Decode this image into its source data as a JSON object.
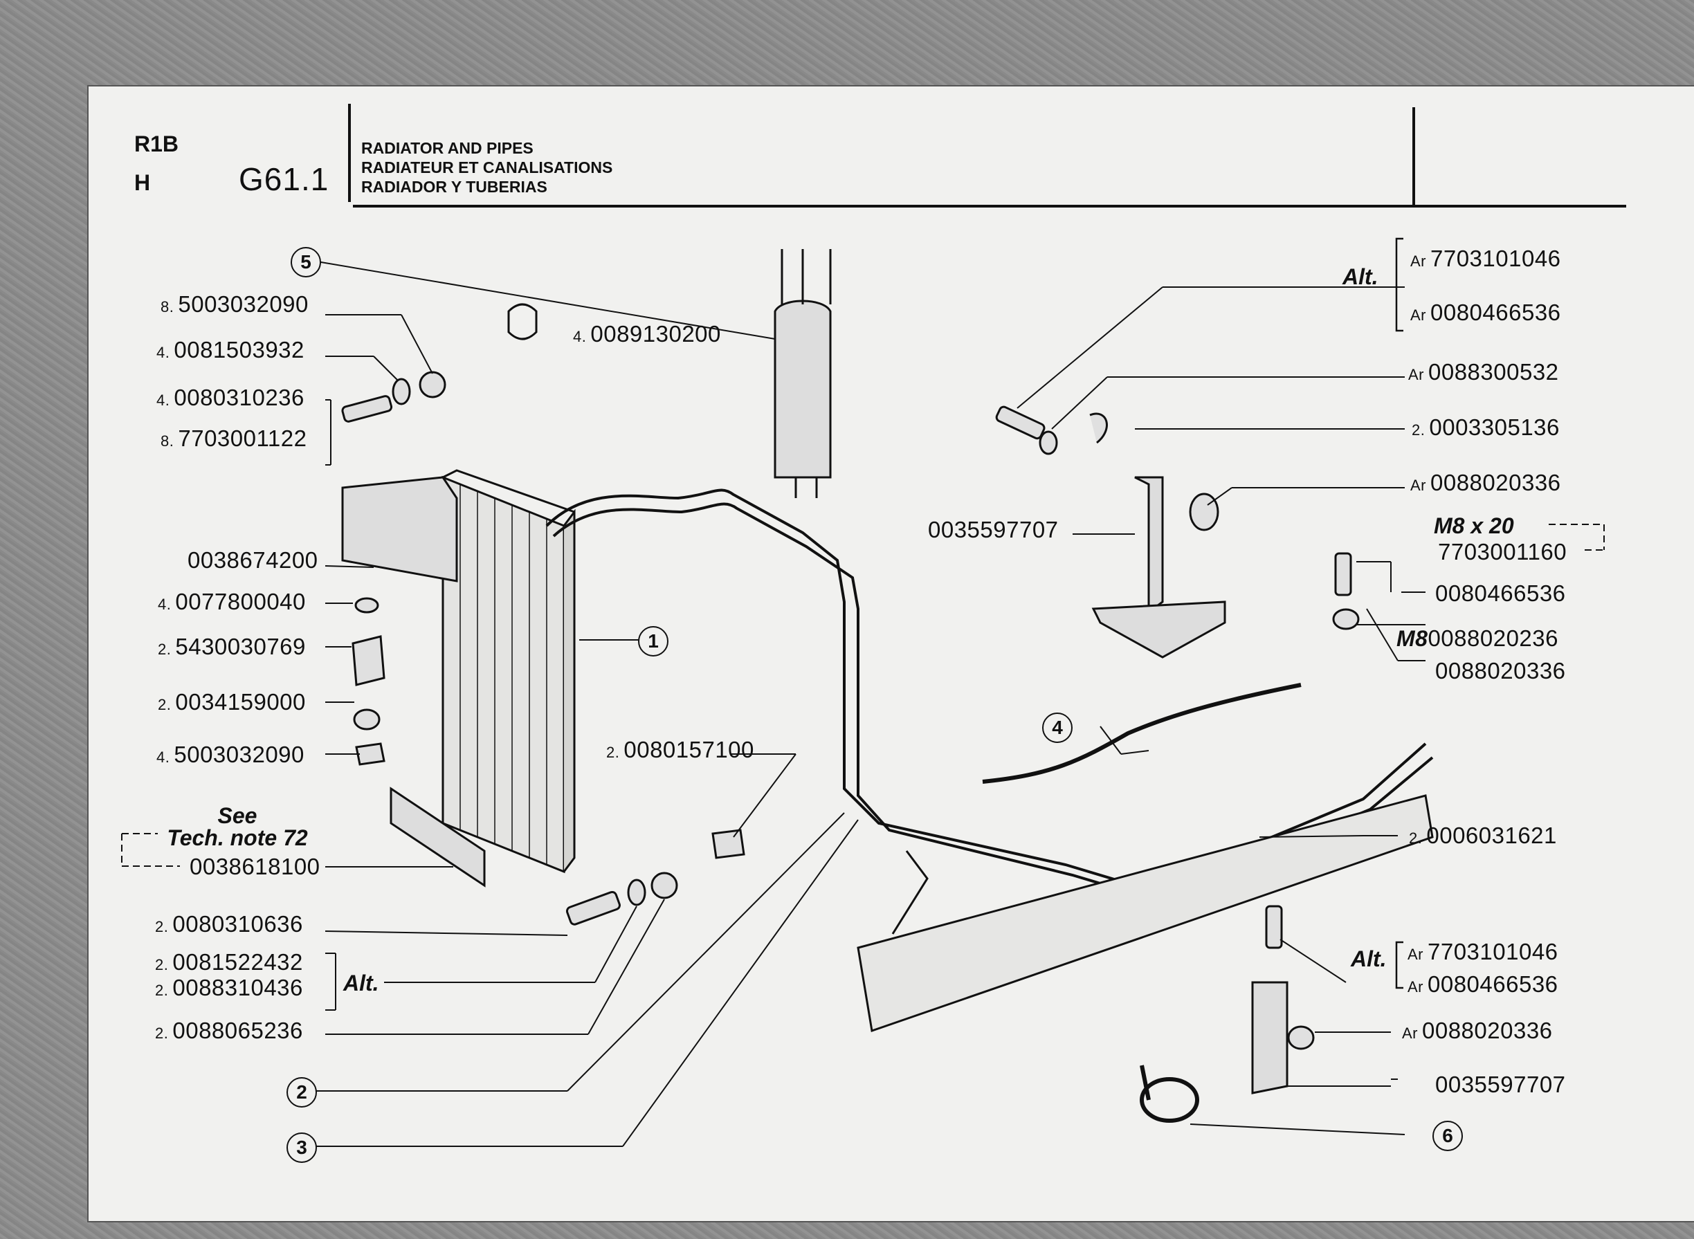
{
  "header": {
    "code_top": "R1B",
    "code_bottom": "H",
    "section": "G61.1",
    "title_en": "RADIATOR AND PIPES",
    "title_fr": "RADIATEUR ET CANALISATIONS",
    "title_es": "RADIADOR Y TUBERIAS"
  },
  "callouts": {
    "c1": "1",
    "c2": "2",
    "c3": "3",
    "c4": "4",
    "c5": "5",
    "c6": "6"
  },
  "left_parts": [
    {
      "qty": "8.",
      "ref": "5003032090"
    },
    {
      "qty": "4.",
      "ref": "0081503932"
    },
    {
      "qty": "4.",
      "ref": "0080310236"
    },
    {
      "qty": "8.",
      "ref": "7703001122"
    },
    {
      "qty": "",
      "ref": "0038674200"
    },
    {
      "qty": "4.",
      "ref": "0077800040"
    },
    {
      "qty": "2.",
      "ref": "5430030769"
    },
    {
      "qty": "2.",
      "ref": "0034159000"
    },
    {
      "qty": "4.",
      "ref": "5003032090"
    },
    {
      "qty": "",
      "ref": "0038618100"
    },
    {
      "qty": "2.",
      "ref": "0080310636"
    },
    {
      "qty": "2.",
      "ref": "0081522432"
    },
    {
      "qty": "2.",
      "ref": "0088310436"
    },
    {
      "qty": "2.",
      "ref": "0088065236"
    }
  ],
  "see_note": {
    "line1": "See",
    "line2": "Tech. note 72"
  },
  "alt_label": "Alt.",
  "center_parts": [
    {
      "qty": "4.",
      "ref": "0089130200"
    },
    {
      "qty": "2.",
      "ref": "0080157100"
    }
  ],
  "right_parts": [
    {
      "qty": "Ar",
      "ref": "7703101046"
    },
    {
      "qty": "Ar",
      "ref": "0080466536"
    },
    {
      "qty": "Ar",
      "ref": "0088300532"
    },
    {
      "qty": "2.",
      "ref": "0003305136"
    },
    {
      "qty": "Ar",
      "ref": "0088020336"
    },
    {
      "qty": "",
      "ref": "0035597707"
    },
    {
      "qty": "",
      "ref": "M8 x 20"
    },
    {
      "qty": "",
      "ref": "7703001160"
    },
    {
      "qty": "",
      "ref": "0080466536"
    },
    {
      "qty": "M8",
      "ref": "0088020236"
    },
    {
      "qty": "",
      "ref": "0088020336"
    },
    {
      "qty": "2.",
      "ref": "0006031621"
    },
    {
      "qty": "Ar",
      "ref": "7703101046"
    },
    {
      "qty": "Ar",
      "ref": "0080466536"
    },
    {
      "qty": "Ar",
      "ref": "0088020336"
    },
    {
      "qty": "",
      "ref": "0035597707"
    }
  ],
  "colors": {
    "ink": "#111111",
    "paper": "#f1f1ef",
    "background": "#8c8c8c"
  }
}
